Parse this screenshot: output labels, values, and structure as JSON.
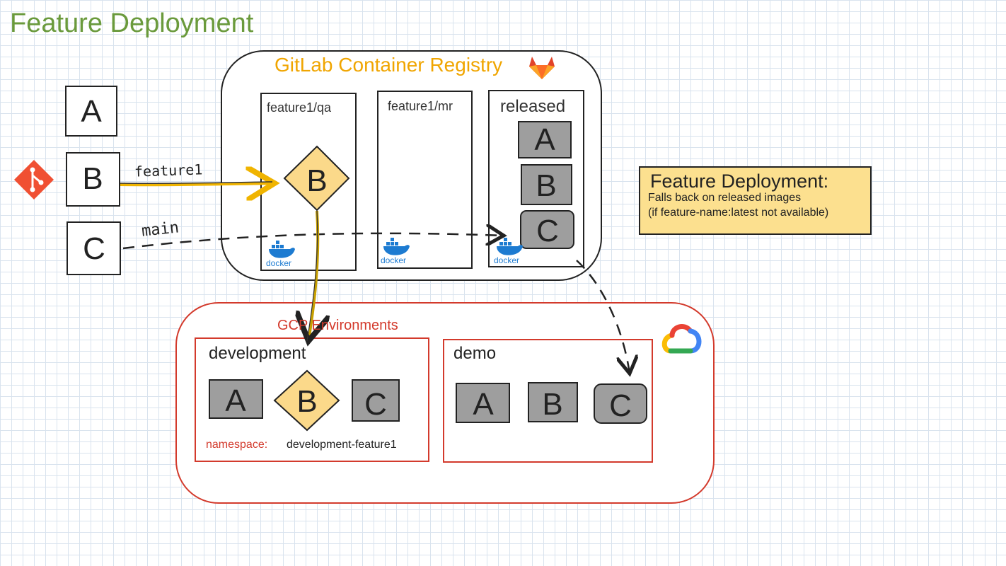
{
  "title": "Feature Deployment",
  "registry": {
    "title": "GitLab Container Registry",
    "icon": "gitlab-icon",
    "columns": [
      {
        "label": "feature1/qa",
        "images": [
          "B"
        ]
      },
      {
        "label": "feature1/mr",
        "images": []
      },
      {
        "label": "released",
        "images": [
          "A",
          "B",
          "C"
        ]
      }
    ],
    "docker_label": "docker"
  },
  "sources": {
    "icon": "git-icon",
    "boxes": [
      "A",
      "B",
      "C"
    ],
    "branches": [
      "feature1",
      "main"
    ]
  },
  "gcp": {
    "title": "GCP Environments",
    "icon": "google-cloud-icon",
    "environments": [
      {
        "label": "development",
        "images": [
          "A",
          "B",
          "C"
        ],
        "namespace_label": "namespace:",
        "namespace_value": "development-feature1"
      },
      {
        "label": "demo",
        "images": [
          "A",
          "B",
          "C"
        ]
      }
    ]
  },
  "note": {
    "title": "Feature Deployment:",
    "lines": [
      "Falls back on released images",
      "(if feature-name:latest not available)"
    ]
  },
  "colors": {
    "title_green": "#6a9a3c",
    "registry_orange": "#f0a500",
    "gcp_red": "#d33a2c",
    "feature_yellow": "#fbd98a",
    "image_gray": "#9e9e9e",
    "docker_blue": "#1d7bd1",
    "note_yellow": "#fce08f"
  }
}
